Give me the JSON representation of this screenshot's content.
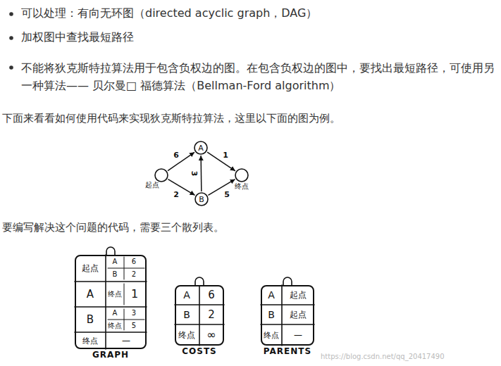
{
  "diagram": {
    "nodes": [
      {
        "text": [
          "起点"
        ]
      },
      {
        "text": [
          "A"
        ]
      },
      {
        "text": [
          "B"
        ]
      },
      {
        "text": [
          "终点"
        ]
      },
      {
        "text": [
          "GRAPH"
        ]
      },
      {
        "text": [
          "COSTS"
        ]
      },
      {
        "text": [
          "PARENTS"
        ]
      }
    ],
    "edges": [
      {
        "from": 0,
        "to": 1,
        "arrow": "to",
        "label": "6"
      },
      {
        "from": 0,
        "to": 2,
        "arrow": "to",
        "label": "2"
      },
      {
        "from": 2,
        "to": 1,
        "arrow": "to",
        "label": "3"
      },
      {
        "from": 1,
        "to": 3,
        "arrow": "to",
        "label": "1"
      },
      {
        "from": 2,
        "to": 3,
        "arrow": "to",
        "label": "5"
      }
    ],
    "labels": [
      "可以处理：有向无环图（directed acyclic graph，DAG）",
      "加权图中查找最短路径",
      "不能将狄克斯特拉算法用于包含负权边的图。在包含负权边的图中，要找出最短路径，可使用另一种算法—— 贝尔曼□ 福德算法（Bellman-Ford algorithm）",
      "下面来看看如何使用代码来实现狄克斯特拉算法，这里以下面的图为例。",
      "要编写解决这个问题的代码，需要三个散列表。",
      "起点",
      "A",
      "6",
      "B",
      "2",
      "A",
      "终点",
      "1",
      "B",
      "A",
      "3",
      "终点",
      "5",
      "终点",
      "—",
      "A",
      "6",
      "B",
      "2",
      "终点",
      "∞",
      "A",
      "起点",
      "B",
      "起点",
      "终点",
      "—",
      "https://blog.csdn.net/qq_20417490"
    ]
  }
}
